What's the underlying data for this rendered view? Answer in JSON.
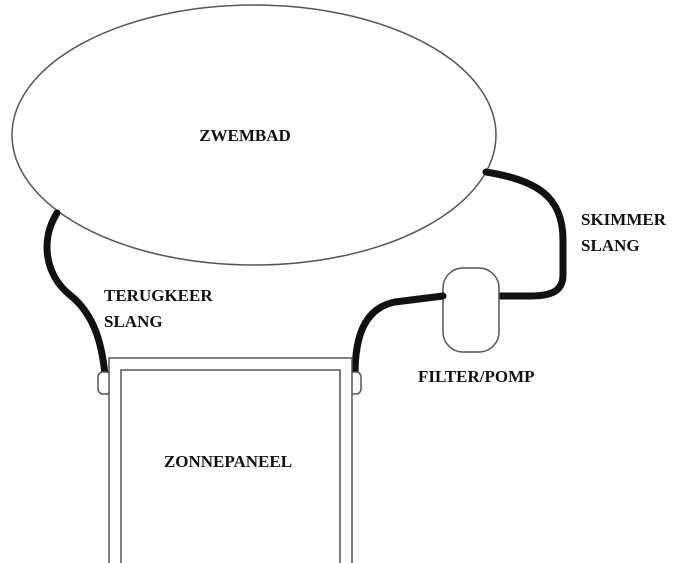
{
  "labels": {
    "pool": "ZWEMBAD",
    "skimmer_line1": "SKIMMER",
    "skimmer_line2": "SLANG",
    "return_line1": "TERUGKEER",
    "return_line2": "SLANG",
    "filter": "FILTER/POMP",
    "panel": "ZONNEPANEEL"
  },
  "colors": {
    "hose": "#111111",
    "outline": "#555555",
    "background": "#ffffff"
  }
}
